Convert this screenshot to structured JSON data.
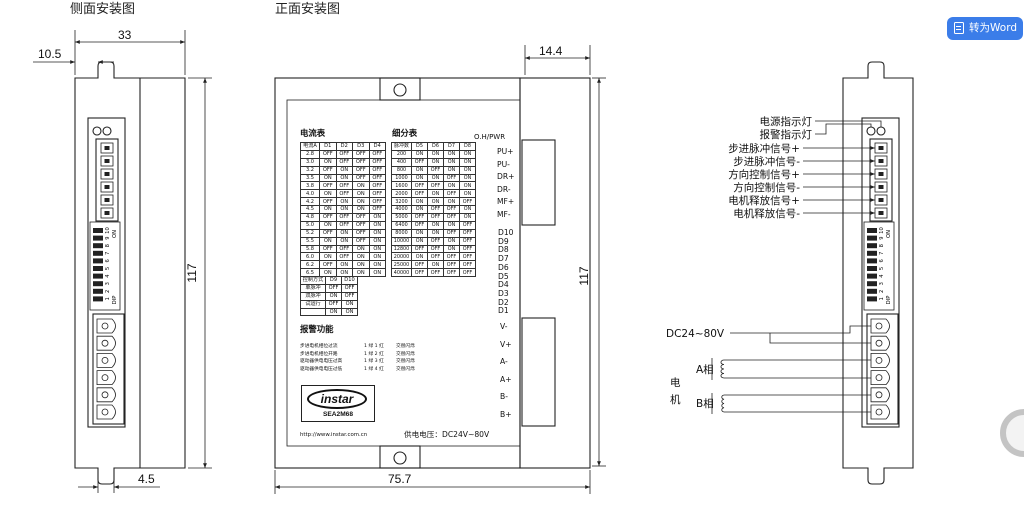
{
  "titles": {
    "side": "侧面安装图",
    "front": "正面安装图"
  },
  "dimensions": {
    "side_width": "33",
    "side_offset": "10.5",
    "side_height": "117",
    "side_bottom": "4.5",
    "front_depth": "14.4",
    "front_height": "117",
    "front_width": "75.7"
  },
  "panel": {
    "current_title": "电流表",
    "current_headers": [
      "电流A",
      "D1",
      "D2",
      "D3",
      "D4"
    ],
    "current_rows": [
      [
        "2.8",
        "OFF",
        "OFF",
        "OFF",
        "OFF"
      ],
      [
        "3.0",
        "ON",
        "OFF",
        "OFF",
        "OFF"
      ],
      [
        "3.2",
        "OFF",
        "ON",
        "OFF",
        "OFF"
      ],
      [
        "3.5",
        "ON",
        "ON",
        "OFF",
        "OFF"
      ],
      [
        "3.8",
        "OFF",
        "OFF",
        "ON",
        "OFF"
      ],
      [
        "4.0",
        "ON",
        "OFF",
        "ON",
        "OFF"
      ],
      [
        "4.2",
        "OFF",
        "ON",
        "ON",
        "OFF"
      ],
      [
        "4.5",
        "ON",
        "ON",
        "ON",
        "OFF"
      ],
      [
        "4.8",
        "OFF",
        "OFF",
        "OFF",
        "ON"
      ],
      [
        "5.0",
        "ON",
        "OFF",
        "OFF",
        "ON"
      ],
      [
        "5.2",
        "OFF",
        "ON",
        "OFF",
        "ON"
      ],
      [
        "5.5",
        "ON",
        "ON",
        "OFF",
        "ON"
      ],
      [
        "5.8",
        "OFF",
        "OFF",
        "ON",
        "ON"
      ],
      [
        "6.0",
        "ON",
        "OFF",
        "ON",
        "ON"
      ],
      [
        "6.2",
        "OFF",
        "ON",
        "ON",
        "ON"
      ],
      [
        "6.5",
        "ON",
        "ON",
        "ON",
        "ON"
      ]
    ],
    "micro_title": "细分表",
    "micro_headers": [
      "脉冲数",
      "D5",
      "D6",
      "D7",
      "D8"
    ],
    "micro_rows": [
      [
        "200",
        "ON",
        "ON",
        "ON",
        "ON"
      ],
      [
        "400",
        "OFF",
        "ON",
        "ON",
        "ON"
      ],
      [
        "800",
        "ON",
        "OFF",
        "ON",
        "ON"
      ],
      [
        "1000",
        "ON",
        "ON",
        "OFF",
        "ON"
      ],
      [
        "1600",
        "OFF",
        "OFF",
        "ON",
        "ON"
      ],
      [
        "2000",
        "OFF",
        "ON",
        "OFF",
        "ON"
      ],
      [
        "3200",
        "ON",
        "ON",
        "ON",
        "OFF"
      ],
      [
        "4000",
        "ON",
        "OFF",
        "OFF",
        "ON"
      ],
      [
        "5000",
        "OFF",
        "OFF",
        "OFF",
        "ON"
      ],
      [
        "6400",
        "OFF",
        "ON",
        "ON",
        "OFF"
      ],
      [
        "8000",
        "ON",
        "ON",
        "OFF",
        "OFF"
      ],
      [
        "10000",
        "ON",
        "OFF",
        "ON",
        "OFF"
      ],
      [
        "12800",
        "OFF",
        "OFF",
        "ON",
        "OFF"
      ],
      [
        "20000",
        "ON",
        "OFF",
        "OFF",
        "OFF"
      ],
      [
        "25000",
        "OFF",
        "ON",
        "OFF",
        "OFF"
      ],
      [
        "40000",
        "OFF",
        "OFF",
        "OFF",
        "OFF"
      ]
    ],
    "control_headers": [
      "控制方式",
      "D9",
      "D10"
    ],
    "control_rows": [
      [
        "单脉冲",
        "OFF",
        "OFF"
      ],
      [
        "双脉冲",
        "ON",
        "OFF"
      ],
      [
        "试运行",
        "OFF",
        "ON"
      ],
      [
        "",
        "ON",
        "ON"
      ]
    ],
    "alarm_title": "报警功能",
    "alarm_rows": [
      [
        "步进电机相位过流",
        "1 绿 1 红",
        "交替闪烁"
      ],
      [
        "步进电机相位开路",
        "1 绿 2 红",
        "交替闪烁"
      ],
      [
        "驱动器供电电压过高",
        "1 绿 3 红",
        "交替闪烁"
      ],
      [
        "驱动器供电电压过低",
        "1 绿 4 红",
        "交替闪烁"
      ]
    ],
    "logo": "instar",
    "model": "SEA2M68",
    "website": "http://www.instar.com.cn",
    "supply": "供电电压：DC24V~80V",
    "status_label": "O.H/PWR",
    "signal_terminals": [
      "PU+",
      "PU-",
      "DR+",
      "DR-",
      "MF+",
      "MF-"
    ],
    "dip_labels": [
      "D10",
      "D9",
      "D8",
      "D7",
      "D6",
      "D5",
      "D4",
      "D3",
      "D2",
      "D1"
    ],
    "power_terminals": [
      "V-",
      "V+",
      "A-",
      "A+",
      "B-",
      "B+"
    ]
  },
  "side_panel": {
    "dip_on": "ON",
    "dip_numbers": [
      "1",
      "2",
      "3",
      "4",
      "5",
      "6",
      "7",
      "8",
      "9",
      "10"
    ],
    "dip_label": "DIP"
  },
  "wiring": {
    "indicators": [
      "电源指示灯",
      "报警指示灯"
    ],
    "signals": [
      "步进脉冲信号+",
      "步进脉冲信号-",
      "方向控制信号+",
      "方向控制信号-",
      "电机释放信号+",
      "电机释放信号-"
    ],
    "power": "DC24~80V",
    "motor_line1": "电",
    "motor_line2": "机",
    "phase_a": "A相",
    "phase_b": "B相"
  },
  "toolbar": {
    "convert_label": "转为Word",
    "convert_icon": "document-convert-icon"
  },
  "colors": {
    "line": "#222222",
    "button": "#3b7de9",
    "background": "#ffffff"
  }
}
